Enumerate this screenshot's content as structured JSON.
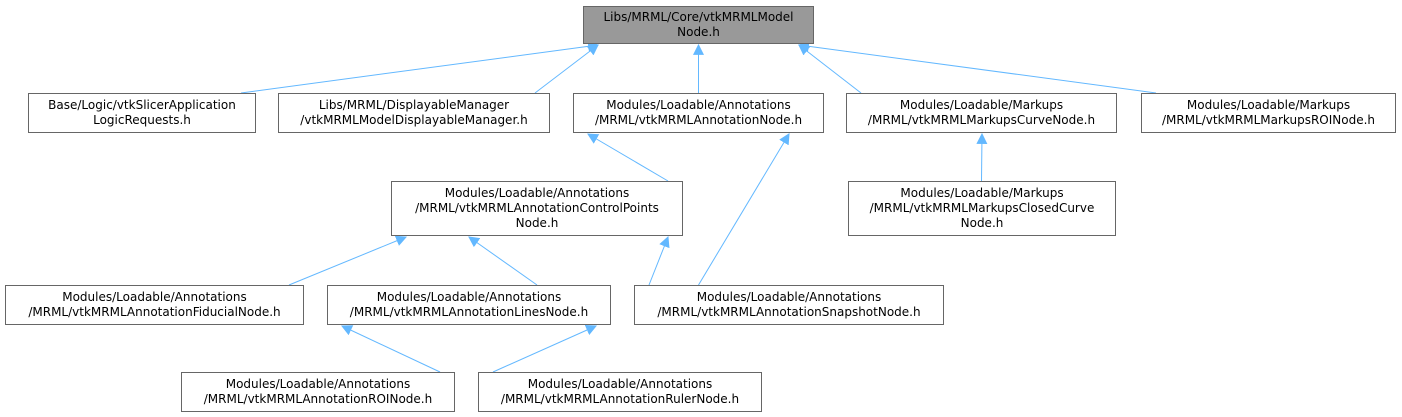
{
  "graph": {
    "root": {
      "lines": [
        "Libs/MRML/Core/vtkMRMLModel",
        "Node.h"
      ]
    },
    "nodes": {
      "slicer_app_logic": {
        "lines": [
          "Base/Logic/vtkSlicerApplication",
          "LogicRequests.h"
        ]
      },
      "model_displayable_manager": {
        "lines": [
          "Libs/MRML/DisplayableManager",
          "/vtkMRMLModelDisplayableManager.h"
        ]
      },
      "annotation_node": {
        "lines": [
          "Modules/Loadable/Annotations",
          "/MRML/vtkMRMLAnnotationNode.h"
        ]
      },
      "markups_curve_node": {
        "lines": [
          "Modules/Loadable/Markups",
          "/MRML/vtkMRMLMarkupsCurveNode.h"
        ]
      },
      "markups_roi_node": {
        "lines": [
          "Modules/Loadable/Markups",
          "/MRML/vtkMRMLMarkupsROINode.h"
        ]
      },
      "annotation_control_points_node": {
        "lines": [
          "Modules/Loadable/Annotations",
          "/MRML/vtkMRMLAnnotationControlPoints",
          "Node.h"
        ]
      },
      "markups_closed_curve_node": {
        "lines": [
          "Modules/Loadable/Markups",
          "/MRML/vtkMRMLMarkupsClosedCurve",
          "Node.h"
        ]
      },
      "annotation_fiducial_node": {
        "lines": [
          "Modules/Loadable/Annotations",
          "/MRML/vtkMRMLAnnotationFiducialNode.h"
        ]
      },
      "annotation_lines_node": {
        "lines": [
          "Modules/Loadable/Annotations",
          "/MRML/vtkMRMLAnnotationLinesNode.h"
        ]
      },
      "annotation_snapshot_node": {
        "lines": [
          "Modules/Loadable/Annotations",
          "/MRML/vtkMRMLAnnotationSnapshotNode.h"
        ]
      },
      "annotation_roi_node": {
        "lines": [
          "Modules/Loadable/Annotations",
          "/MRML/vtkMRMLAnnotationROINode.h"
        ]
      },
      "annotation_ruler_node": {
        "lines": [
          "Modules/Loadable/Annotations",
          "/MRML/vtkMRMLAnnotationRulerNode.h"
        ]
      }
    },
    "edges": [
      {
        "from": "slicer_app_logic",
        "to": "root"
      },
      {
        "from": "model_displayable_manager",
        "to": "root"
      },
      {
        "from": "annotation_node",
        "to": "root"
      },
      {
        "from": "markups_curve_node",
        "to": "root"
      },
      {
        "from": "markups_roi_node",
        "to": "root"
      },
      {
        "from": "annotation_control_points_node",
        "to": "annotation_node"
      },
      {
        "from": "annotation_snapshot_node",
        "to": "annotation_node"
      },
      {
        "from": "markups_closed_curve_node",
        "to": "markups_curve_node"
      },
      {
        "from": "annotation_fiducial_node",
        "to": "annotation_control_points_node"
      },
      {
        "from": "annotation_lines_node",
        "to": "annotation_control_points_node"
      },
      {
        "from": "annotation_snapshot_node",
        "to": "annotation_control_points_node"
      },
      {
        "from": "annotation_roi_node",
        "to": "annotation_lines_node"
      },
      {
        "from": "annotation_ruler_node",
        "to": "annotation_lines_node"
      }
    ],
    "colors": {
      "edge": "#63b8ff",
      "node_border": "#666666",
      "root_fill": "#999999",
      "node_fill": "#ffffff"
    }
  }
}
